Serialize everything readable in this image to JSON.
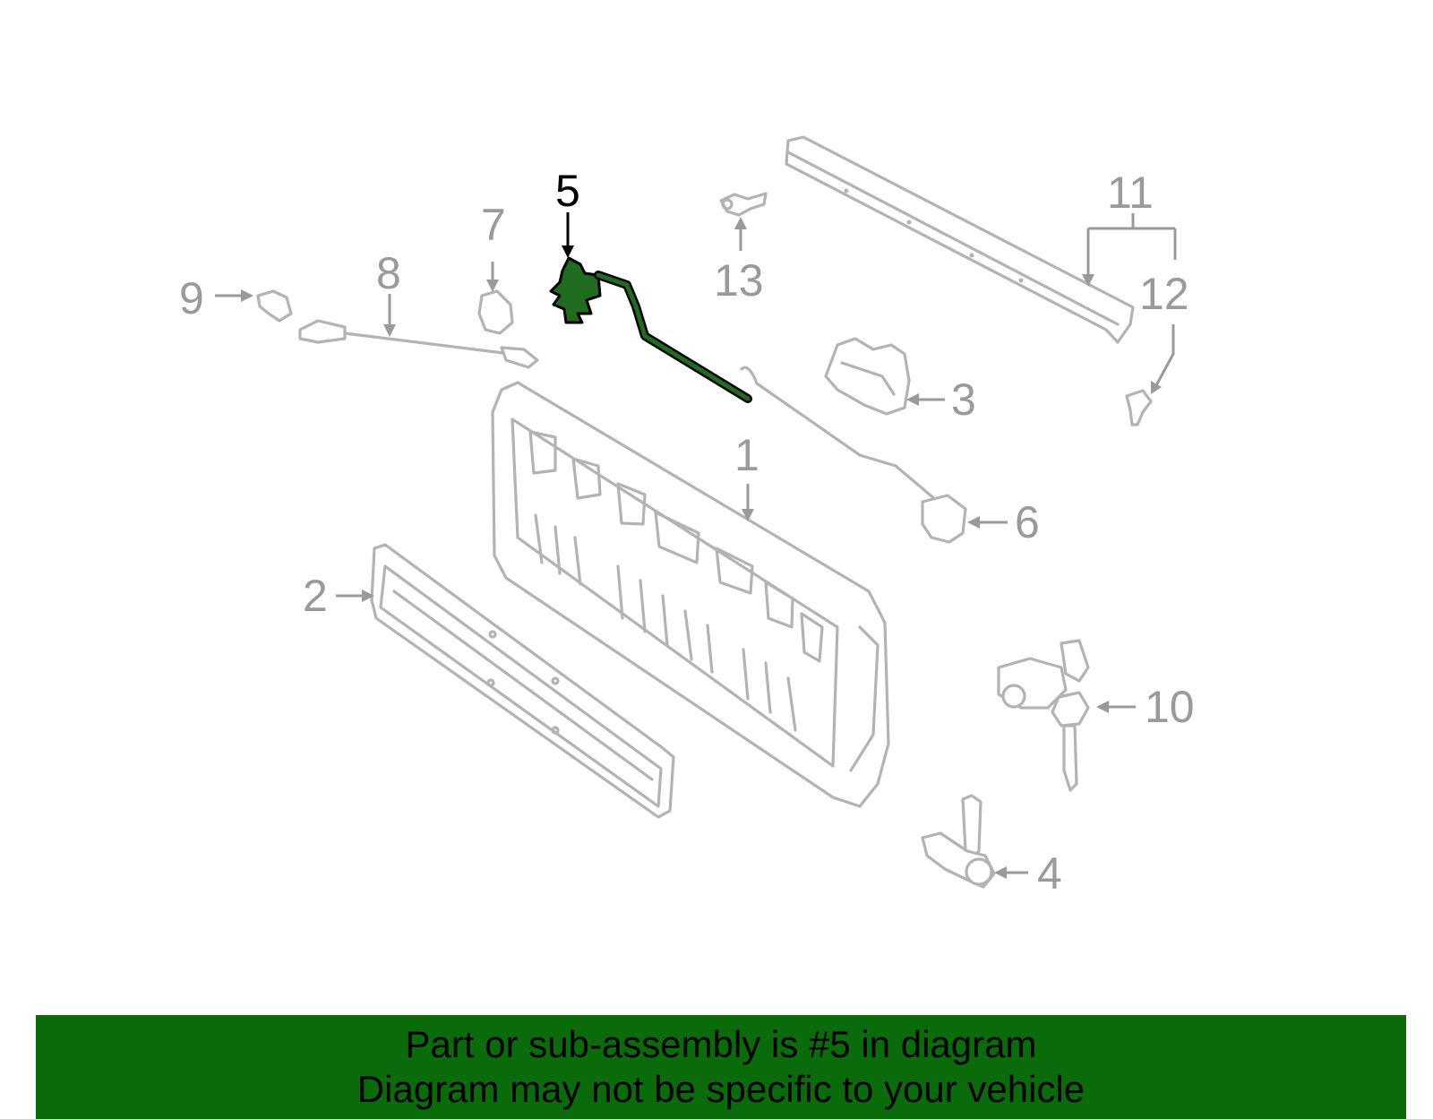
{
  "diagram": {
    "highlight_color": "#1f6b1f",
    "callouts": [
      {
        "id": "1",
        "label": "1"
      },
      {
        "id": "2",
        "label": "2"
      },
      {
        "id": "3",
        "label": "3"
      },
      {
        "id": "4",
        "label": "4"
      },
      {
        "id": "5",
        "label": "5",
        "highlighted": true
      },
      {
        "id": "6",
        "label": "6"
      },
      {
        "id": "7",
        "label": "7"
      },
      {
        "id": "8",
        "label": "8"
      },
      {
        "id": "9",
        "label": "9"
      },
      {
        "id": "10",
        "label": "10"
      },
      {
        "id": "11",
        "label": "11"
      },
      {
        "id": "12",
        "label": "12"
      },
      {
        "id": "13",
        "label": "13"
      }
    ]
  },
  "banner": {
    "line1": "Part or sub-assembly is #5 in diagram",
    "line2": "Diagram may not be specific to your vehicle",
    "background": "#0a6b0a"
  }
}
